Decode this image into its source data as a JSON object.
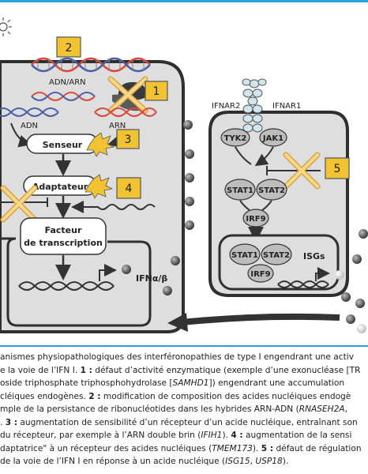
{
  "badges": {
    "b1": "1",
    "b2": "2",
    "b3": "3",
    "b4": "4",
    "b5": "5"
  },
  "labels": {
    "adn_arn": "ADN/ARN",
    "adn": "ADN",
    "arn": "ARN",
    "senseur": "Senseur",
    "adaptateur": "Adaptateur",
    "facteur_line1": "Facteur",
    "facteur_line2": "de transcription",
    "ifn": "IFNα/β",
    "ifnar2": "IFNAR2",
    "ifnar1": "IFNAR1",
    "tyk2": "TYK2",
    "jak1": "JAK1",
    "stat1": "STAT1",
    "stat2": "STAT2",
    "irf9": "IRF9",
    "stat1_nuc": "STAT1",
    "stat2_nuc": "STAT2",
    "irf9_nuc": "IRF9",
    "isgs": "ISGs"
  },
  "colors": {
    "badge_fill": "#f1c232",
    "frame_blue": "#2b9fd6",
    "cell_fill": "#dddddd",
    "cross_fill": "#f5d88a",
    "dna_red": "#d94a3a",
    "dna_blue": "#4a5fa8"
  },
  "caption": {
    "l1": "anismes physiopathologiques des interféronopathies de type I engendrant une activ",
    "l2a": "e la voie de l’IFN I. ",
    "l2b": "1 :",
    "l2c": " défaut d’activité enzymatique (exemple d’une exonucléase [TR",
    "l3a": "oside triphosphate triphosphohydrolase [",
    "l3b": "SAMHD1",
    "l3c": "]) engendrant une accumulation",
    "l4a": "cléiques endogènes. ",
    "l4b": "2 :",
    "l4c": " modification de composition des acides nucléiques endogè",
    "l5a": "mple de la persistance de ribonucléotides dans les hybrides ARN-ADN (",
    "l5b": "RNASEH2A",
    "l5c": ", ",
    "l6a": ". ",
    "l6b": "3 :",
    "l6c": " augmentation de sensibilité d’un récepteur d’un acide nucléique, entraînant son",
    "l7a": "du récepteur, par exemple à l’ARN double brin (",
    "l7b": "IFIH1",
    "l7c": "). ",
    "l7d": "4 :",
    "l7e": " augmentation de la sensi",
    "l8a": "daptatrice\" à un récepteur des acides nucléiques (",
    "l8b": "TMEM173",
    "l8c": "). ",
    "l8d": "5 :",
    "l8e": " défaut de régulation",
    "l9a": "de la voie de l’IFN I en réponse à un acide nucléique (",
    "l9b": "ISG15",
    "l9c": ", ",
    "l9d": "USP18",
    "l9e": ")."
  }
}
